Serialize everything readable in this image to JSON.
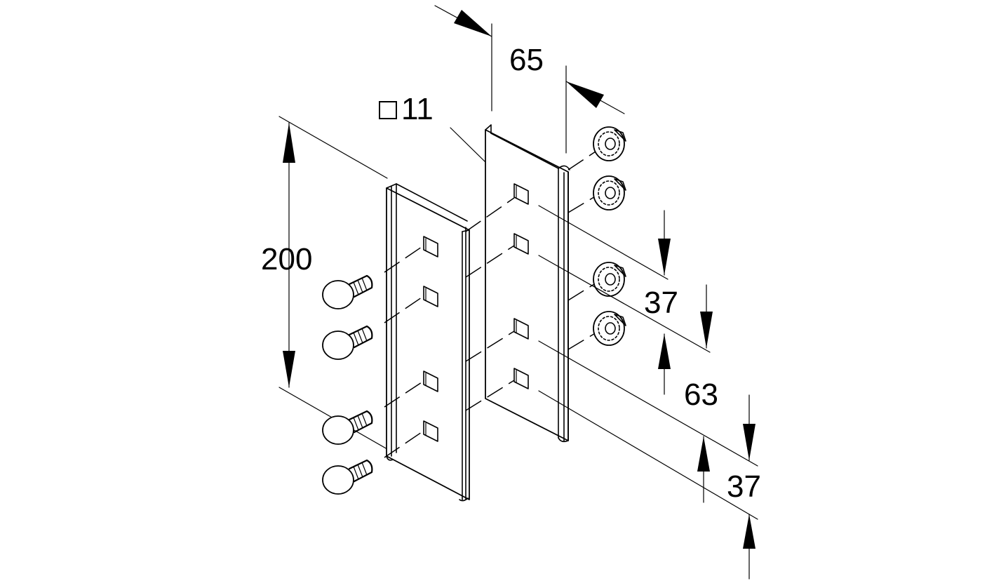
{
  "dimensions": {
    "width_label": "65",
    "hole_label": "11",
    "height_label": "200",
    "spacing_top": "37",
    "spacing_middle": "63",
    "spacing_bottom": "37"
  },
  "icons": {
    "hole_symbol": "square-icon"
  }
}
